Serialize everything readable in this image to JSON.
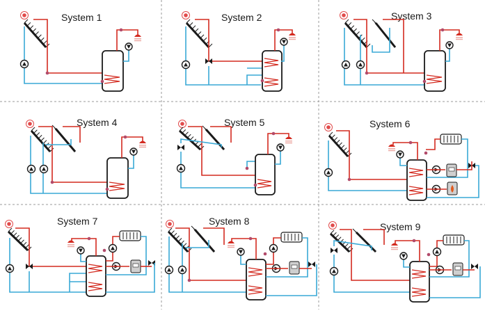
{
  "systems": [
    {
      "title": "System 1"
    },
    {
      "title": "System 2"
    },
    {
      "title": "System 3"
    },
    {
      "title": "System 4"
    },
    {
      "title": "System 5"
    },
    {
      "title": "System 6"
    },
    {
      "title": "System 7"
    },
    {
      "title": "System 8"
    },
    {
      "title": "System 9"
    }
  ],
  "colors": {
    "hot_pipe": "#d32a1f",
    "cold_pipe": "#39a9d6",
    "outline": "#1a1a1a",
    "divider": "#9a9a9a",
    "sensor": "#b24a6a"
  }
}
